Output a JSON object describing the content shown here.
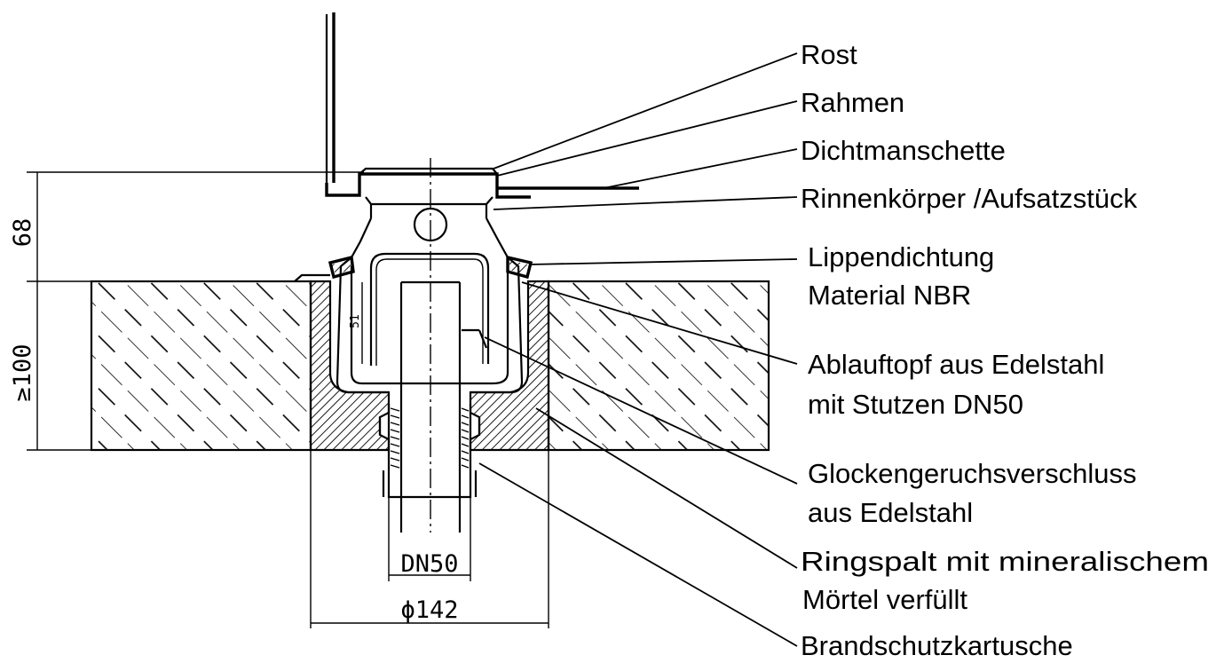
{
  "labels": {
    "rost": "Rost",
    "rahmen": "Rahmen",
    "dichtmanschette": "Dichtmanschette",
    "rinnenkoerper": "Rinnenkörper /Aufsatzstück",
    "lippendichtung_1": "Lippendichtung",
    "lippendichtung_2": "Material NBR",
    "ablauftopf_1": "Ablauftopf aus Edelstahl",
    "ablauftopf_2": "mit Stutzen  DN50",
    "glocken_1": "Glockengeruchsverschluss",
    "glocken_2": "aus Edelstahl",
    "ringspalt_1": "Ringspalt mit mineralischem",
    "ringspalt_2": "Mörtel verfüllt",
    "brandschutz": "Brandschutzkartusche"
  },
  "dimensions": {
    "height_top": "68",
    "height_slab": "≥100",
    "inner_depth": "51",
    "pipe_nominal": "DN50",
    "bore_diameter": "ϕ142"
  }
}
